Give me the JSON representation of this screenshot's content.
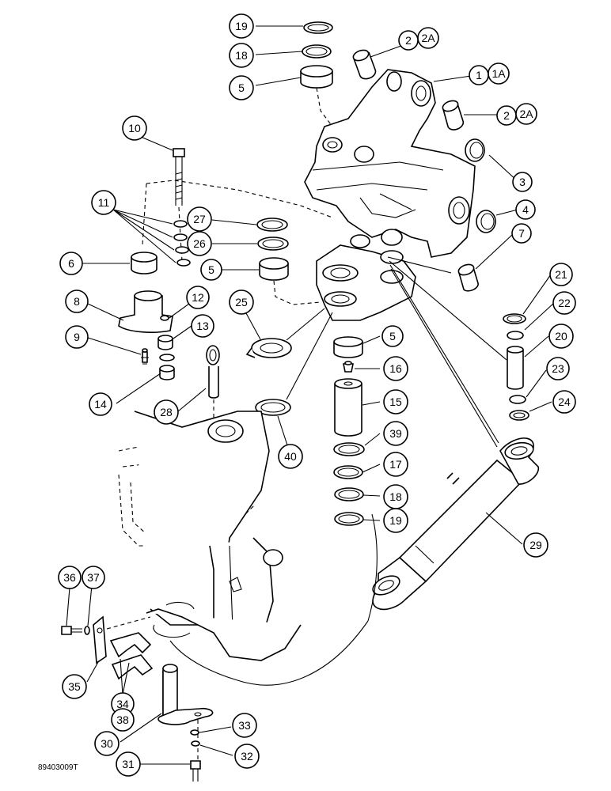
{
  "diagram": {
    "footer_code": "89403009T",
    "callouts": [
      {
        "id": "19",
        "label": "19"
      },
      {
        "id": "18",
        "label": "18"
      },
      {
        "id": "5",
        "label": "5"
      },
      {
        "id": "2",
        "label": "2"
      },
      {
        "id": "2A",
        "label": "2A"
      },
      {
        "id": "1",
        "label": "1"
      },
      {
        "id": "1A",
        "label": "1A"
      },
      {
        "id": "10",
        "label": "10"
      },
      {
        "id": "3",
        "label": "3"
      },
      {
        "id": "11",
        "label": "11"
      },
      {
        "id": "27",
        "label": "27"
      },
      {
        "id": "4",
        "label": "4"
      },
      {
        "id": "26",
        "label": "26"
      },
      {
        "id": "7",
        "label": "7"
      },
      {
        "id": "6",
        "label": "6"
      },
      {
        "id": "21",
        "label": "21"
      },
      {
        "id": "8",
        "label": "8"
      },
      {
        "id": "12",
        "label": "12"
      },
      {
        "id": "25",
        "label": "25"
      },
      {
        "id": "22",
        "label": "22"
      },
      {
        "id": "13",
        "label": "13"
      },
      {
        "id": "9",
        "label": "9"
      },
      {
        "id": "20",
        "label": "20"
      },
      {
        "id": "16",
        "label": "16"
      },
      {
        "id": "23",
        "label": "23"
      },
      {
        "id": "14",
        "label": "14"
      },
      {
        "id": "15",
        "label": "15"
      },
      {
        "id": "24",
        "label": "24"
      },
      {
        "id": "28",
        "label": "28"
      },
      {
        "id": "39",
        "label": "39"
      },
      {
        "id": "40",
        "label": "40"
      },
      {
        "id": "17",
        "label": "17"
      },
      {
        "id": "29",
        "label": "29"
      },
      {
        "id": "36",
        "label": "36"
      },
      {
        "id": "37",
        "label": "37"
      },
      {
        "id": "35",
        "label": "35"
      },
      {
        "id": "34",
        "label": "34"
      },
      {
        "id": "38",
        "label": "38"
      },
      {
        "id": "30",
        "label": "30"
      },
      {
        "id": "33",
        "label": "33"
      },
      {
        "id": "32",
        "label": "32"
      },
      {
        "id": "31",
        "label": "31"
      }
    ]
  }
}
